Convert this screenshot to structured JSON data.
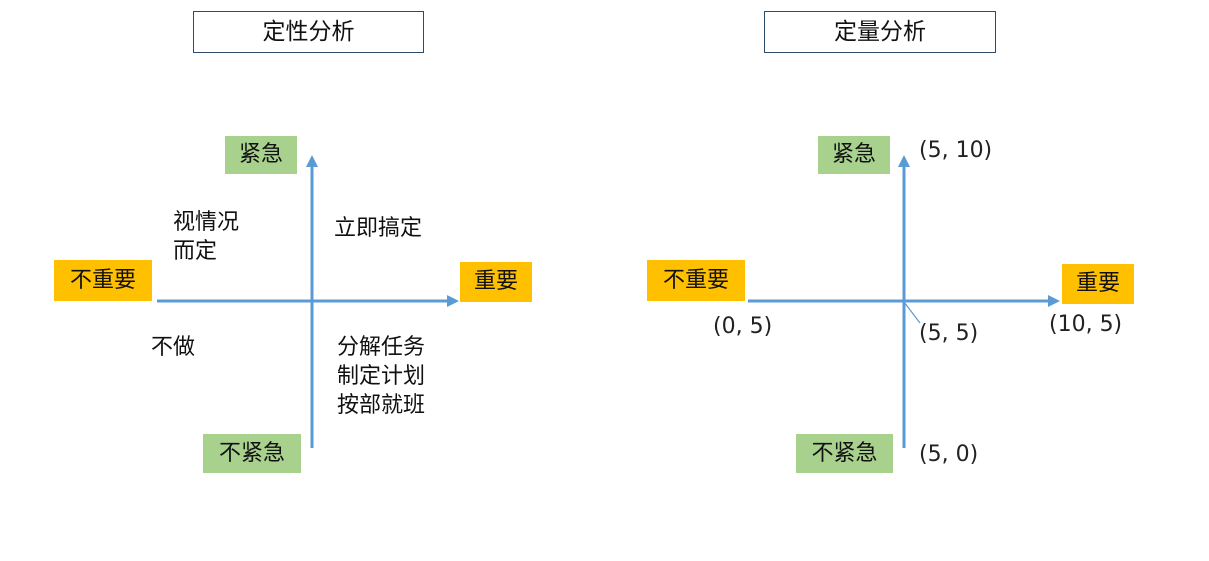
{
  "qualitative": {
    "title": "定性分析",
    "axes": {
      "up": "紧急",
      "down": "不紧急",
      "left": "不重要",
      "right": "重要"
    },
    "quadrants": {
      "top_left": "视情况\n而定",
      "top_right": "立即搞定",
      "bottom_left": "不做",
      "bottom_right": "分解任务\n制定计划\n按部就班"
    }
  },
  "quantitative": {
    "title": "定量分析",
    "axes": {
      "up": "紧急",
      "down": "不紧急",
      "left": "不重要",
      "right": "重要"
    },
    "coordinates": {
      "top": "(5, 10)",
      "bottom": "(5, 0)",
      "left": "(0, 5)",
      "right": "(10, 5)",
      "origin": "(5, 5)"
    }
  },
  "colors": {
    "axis_arrow": "#5b9bd5",
    "urgency_tag": "#a9d18e",
    "importance_tag": "#ffc000",
    "title_border": "#2f4b6a"
  }
}
